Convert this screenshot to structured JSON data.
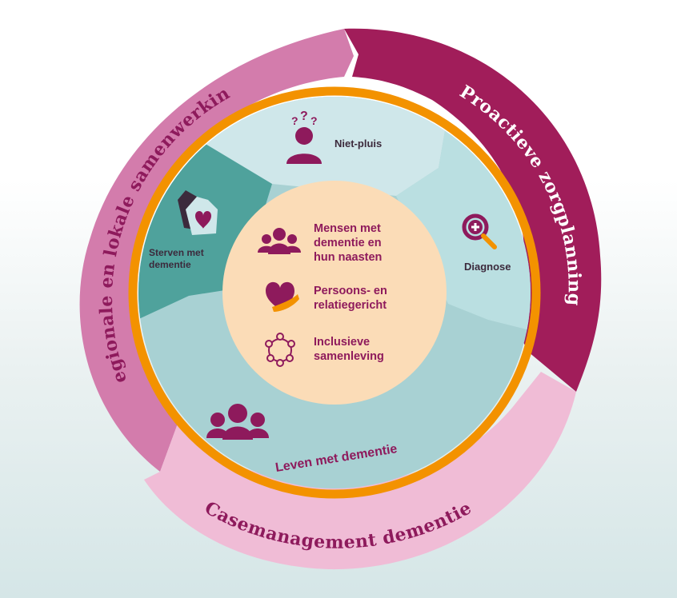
{
  "colors": {
    "regional": "#d37cac",
    "proactive": "#a11d5a",
    "casemanagement": "#f0bcd6",
    "orange_ring": "#f39200",
    "niet_pluis": "#cfe7ea",
    "diagnose": "#badfe1",
    "leven": "#a8d1d3",
    "sterven": "#4fa29c",
    "center": "#fbdcb7",
    "label": "#8e1a5c"
  },
  "outer_ring": {
    "regional_label": "Regionale en lokale samenwerking",
    "proactive_label": "Proactieve zorgplanning",
    "casemanagement_label": "Casemanagement dementie"
  },
  "phases": {
    "niet_pluis": {
      "label": "Niet-pluis",
      "icon": "person-question-icon"
    },
    "diagnose": {
      "label": "Diagnose",
      "icon": "magnifier-plus-icon"
    },
    "leven": {
      "label": "Leven met dementie",
      "icon": "group-people-icon"
    },
    "sterven": {
      "label_line1": "Sterven met",
      "label_line2": "dementie",
      "icon": "hands-heart-icon"
    }
  },
  "center": {
    "items": [
      {
        "line1": "Mensen met",
        "line2": "dementie en",
        "line3": "hun naasten",
        "icon": "people-group-icon"
      },
      {
        "line1": "Persoons- en",
        "line2": "relatiegericht",
        "icon": "heart-hand-icon"
      },
      {
        "line1": "Inclusieve",
        "line2": "samenleving",
        "icon": "circle-people-icon"
      }
    ]
  }
}
